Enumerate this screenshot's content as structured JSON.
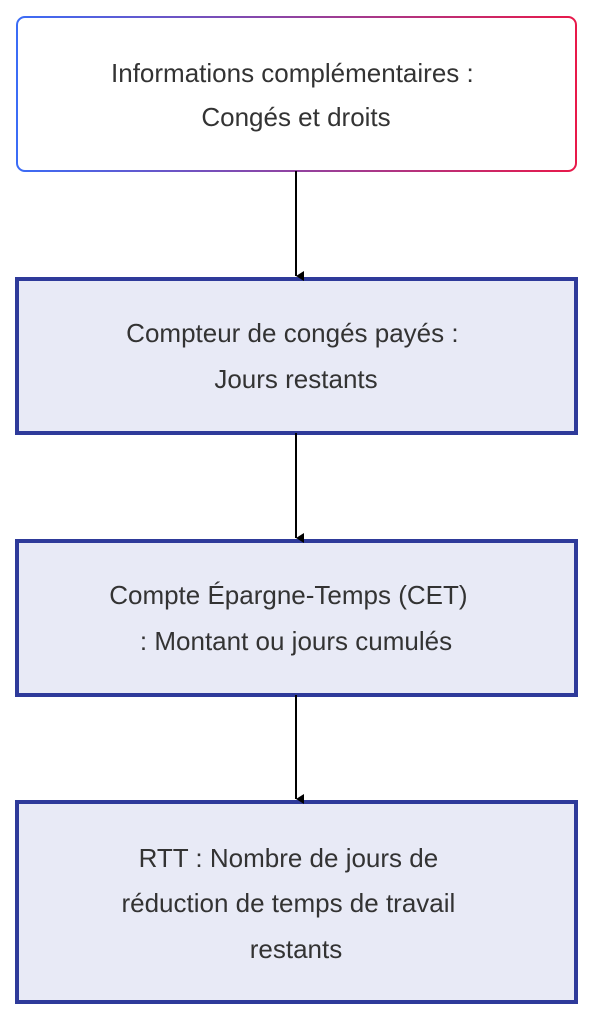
{
  "diagram": {
    "nodes": [
      {
        "id": "info",
        "lines": [
          "Informations complémentaires :",
          "Congés et droits"
        ]
      },
      {
        "id": "conges",
        "lines": [
          "Compteur de congés payés :",
          "Jours restants"
        ]
      },
      {
        "id": "cet",
        "lines": [
          "Compte Épargne-Temps (CET)",
          ": Montant ou jours cumulés"
        ]
      },
      {
        "id": "rtt",
        "lines": [
          "RTT : Nombre de jours de",
          "réduction de temps de travail",
          "restants"
        ]
      }
    ],
    "edges": [
      {
        "from": "info",
        "to": "conges"
      },
      {
        "from": "conges",
        "to": "cet"
      },
      {
        "from": "cet",
        "to": "rtt"
      }
    ]
  },
  "colors": {
    "node_fill": "#e8eaf6",
    "node_stroke": "#2e3a9a",
    "first_node_fill": "#ffffff",
    "first_node_gradient_start": "#3b6cf6",
    "first_node_gradient_end": "#e8194a",
    "text": "#333333",
    "edge": "#000000"
  }
}
